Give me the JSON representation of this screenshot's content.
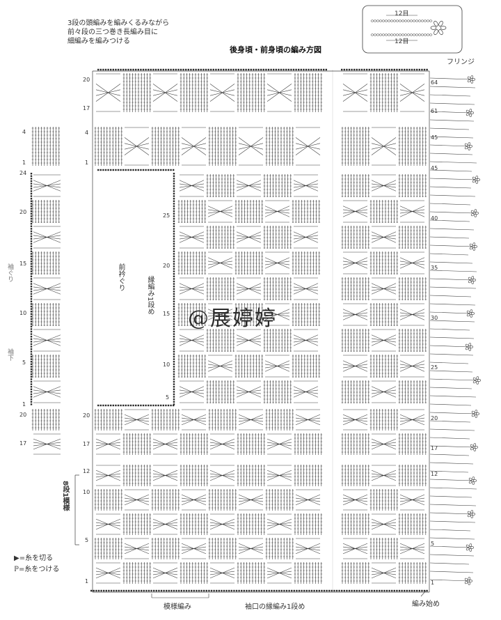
{
  "notes": {
    "line1": "3段の頭編みを編みくるみながら",
    "line2": "前々段の三つ巻き長編み目に",
    "line3": "細編みを編みつける"
  },
  "title": "後身頃・前身頃の編み方図",
  "fringe_detail": {
    "label_top": "12目",
    "label_bottom": "12目"
  },
  "fringe_label": "フリンジ",
  "front_neck_label": "前衿ぐり",
  "edge_label": "縁編み1段め",
  "pattern_label": "8段1模様",
  "armhole_label_top": "袖ぐり",
  "armhole_label_bottom": "袖下",
  "legend": {
    "cut": "=糸を切る",
    "join": "=糸をつける"
  },
  "bottom": {
    "pattern": "模様編み",
    "cuff": "袖口の縁編み1段め",
    "start": "編み始め"
  },
  "watermark": "@展婷婷",
  "row_numbers": {
    "top_left": [
      "20",
      "17",
      "4",
      "1"
    ],
    "left_strip": [
      "4",
      "1",
      "24",
      "20",
      "15",
      "10",
      "5",
      "1",
      "20",
      "17"
    ],
    "mid_left": [
      "20",
      "17"
    ],
    "bottom_left": [
      "12",
      "10",
      "5",
      "1"
    ],
    "inner": [
      "25",
      "20",
      "15",
      "10",
      "5"
    ],
    "right": [
      "64",
      "61",
      "45",
      "45",
      "40",
      "35",
      "30",
      "25",
      "20",
      "17",
      "12",
      "5",
      "1"
    ]
  }
}
